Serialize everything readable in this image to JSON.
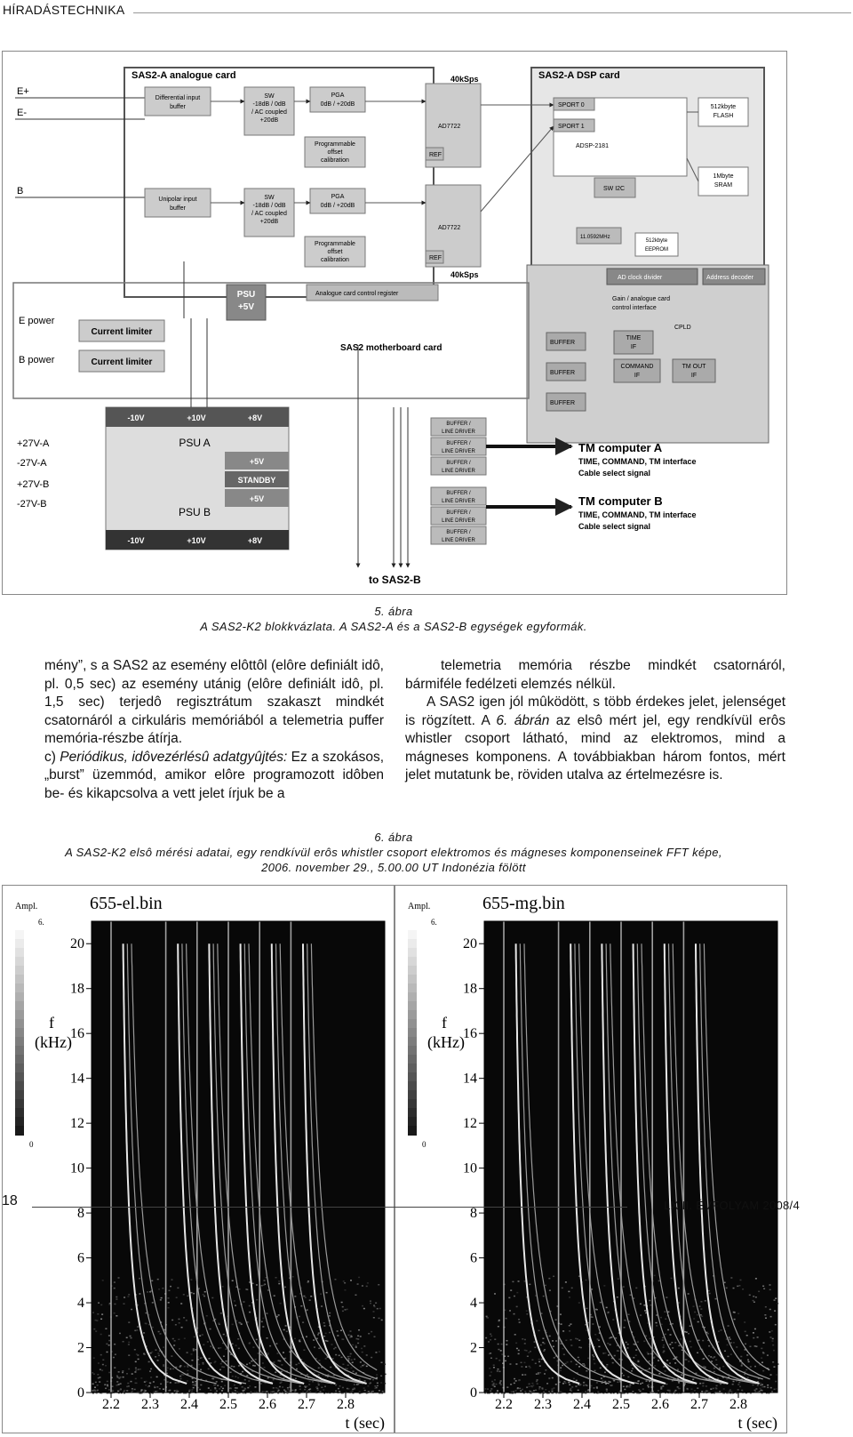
{
  "header": {
    "title": "HÍRADÁSTECHNIKA"
  },
  "figure5": {
    "caption_num": "5. ábra",
    "caption_text": "A SAS2-K2 blokkvázlata. A SAS2-A és a SAS2-B egységek egyformák.",
    "labels": {
      "analogue_card": "SAS2-A analogue card",
      "dsp_card": "SAS2-A DSP card",
      "e_plus": "E+",
      "e_minus": "E-",
      "b": "B",
      "diff_buffer": [
        "Differential input",
        "buffer"
      ],
      "unipolar_buffer": [
        "Unipolar input",
        "buffer"
      ],
      "sw1": [
        "SW",
        "-18dB / 0dB",
        "/ AC coupled",
        "+20dB"
      ],
      "sw2": [
        "SW",
        "-18dB / 0dB",
        "/ AC coupled",
        "+20dB"
      ],
      "pga1": [
        "PGA",
        "0dB / +20dB"
      ],
      "pga2": [
        "PGA",
        "0dB / +20dB"
      ],
      "offset1": [
        "Programmable",
        "offset",
        "calibration"
      ],
      "offset2": [
        "Programmable",
        "offset",
        "calibration"
      ],
      "ad7722_1": "AD7722",
      "ad7722_2": "AD7722",
      "ref1": "REF",
      "ref2": "REF",
      "ksps_top": "40kSps",
      "ksps_bottom": "40kSps",
      "sport0": "SPORT 0",
      "sport1": "SPORT 1",
      "adsp": "ADSP-2181",
      "flash": [
        "512kbyte",
        "FLASH"
      ],
      "sram": [
        "1Mbyte",
        "SRAM"
      ],
      "sw_i2c": "SW I2C",
      "osc": "11.0592MHz",
      "eeprom": [
        "512kbyte",
        "EEPROM"
      ],
      "ad_clock": "AD clock divider",
      "address_decoder": "Address decoder",
      "gain_if": [
        "Gain / analogue card",
        "control interface"
      ],
      "cpld": "CPLD",
      "time_if": [
        "TIME",
        "IF"
      ],
      "command_if": [
        "COMMAND",
        "IF"
      ],
      "tm_out_if": [
        "TM OUT",
        "IF"
      ],
      "buffer": "BUFFER",
      "psu_plus5": [
        "PSU",
        "+5V"
      ],
      "analogue_ctrl": "Analogue card control register",
      "e_power": "E power",
      "b_power": "B power",
      "current_limiter": "Current limiter",
      "motherboard": "SAS2 motherboard card",
      "rails_top": [
        "-10V",
        "+10V",
        "+8V"
      ],
      "rails_bottom": [
        "-10V",
        "+10V",
        "+8V"
      ],
      "psu_a": "PSU A",
      "psu_b": "PSU B",
      "plus5v": "+5V",
      "standby": "STANDBY",
      "supply": [
        "+27V-A",
        "-27V-A",
        "+27V-B",
        "-27V-B"
      ],
      "line_driver": [
        "BUFFER /",
        "LINE DRIVER"
      ],
      "tm_a": [
        "TM computer A",
        "TIME, COMMAND, TM interface",
        "Cable select signal"
      ],
      "tm_b": [
        "TM computer B",
        "TIME, COMMAND, TM interface",
        "Cable select signal"
      ],
      "to_sas2b": "to SAS2-B"
    }
  },
  "body": {
    "left_p1": "mény”, s a SAS2 az esemény elôttôl (elôre definiált idô, pl. 0,5 sec) az esemény utánig (elôre definiált idô, pl. 1,5 sec) terjedô regisztrátum szakaszt mindkét csatornáról a cirkuláris memóriából a telemetria puffer memória-részbe átírja.",
    "left_p2_prefix": "c) ",
    "left_p2_italic": "Periódikus, idôvezérlésû adatgyûjtés:",
    "left_p2_rest": " Ez a szokásos, „burst” üzemmód, amikor elôre programozott idôben be- és kikapcsolva a vett jelet írjuk be a",
    "right_p1": "telemetria memória részbe mindkét csatornáról, bármiféle fedélzeti elemzés nélkül.",
    "right_p2a": "A SAS2 igen jól mûködött, s több érdekes jelet, jelenséget is rögzített. A ",
    "right_p2_italic": "6. ábrán",
    "right_p2b": " az elsô mért jel, egy rendkívül erôs whistler csoport látható, mind az elektromos, mind a mágneses komponens. A továbbiakban három fontos, mért jelet mutatunk be, röviden utalva az értelmezésre is."
  },
  "figure6": {
    "caption_num": "6. ábra",
    "caption_line1": "A SAS2-K2 elsô mérési adatai, egy rendkívül erôs whistler csoport elektromos és mágneses komponenseinek FFT képe,",
    "caption_line2": "2006. november 29., 5.00.00 UT Indonézia fölött"
  },
  "chart_data": [
    {
      "type": "heatmap",
      "title": "655-el.bin",
      "colorbar_label": "Ampl.",
      "colorbar_ticks": [
        "6.",
        "0"
      ],
      "ylabel": "f (kHz)",
      "xlabel": "t (sec)",
      "y_ticks": [
        0,
        2,
        4,
        6,
        8,
        10,
        12,
        14,
        16,
        18,
        20
      ],
      "x_ticks": [
        2.2,
        2.3,
        2.4,
        2.5,
        2.6,
        2.7,
        2.8
      ],
      "xlim": [
        2.15,
        2.9
      ],
      "ylim": [
        0,
        21
      ],
      "whistler_onsets_sec": [
        2.2,
        2.34,
        2.42,
        2.5,
        2.58,
        2.66
      ]
    },
    {
      "type": "heatmap",
      "title": "655-mg.bin",
      "colorbar_label": "Ampl.",
      "colorbar_ticks": [
        "6.",
        "0"
      ],
      "ylabel": "f (kHz)",
      "xlabel": "t (sec)",
      "y_ticks": [
        0,
        2,
        4,
        6,
        8,
        10,
        12,
        14,
        16,
        18,
        20
      ],
      "x_ticks": [
        2.2,
        2.3,
        2.4,
        2.5,
        2.6,
        2.7,
        2.8
      ],
      "xlim": [
        2.15,
        2.9
      ],
      "ylim": [
        0,
        21
      ],
      "whistler_onsets_sec": [
        2.2,
        2.34,
        2.42,
        2.5,
        2.58,
        2.66
      ]
    }
  ],
  "footer": {
    "page": "18",
    "issue": "LXIII. ÉVFOLYAM 2008/4"
  }
}
